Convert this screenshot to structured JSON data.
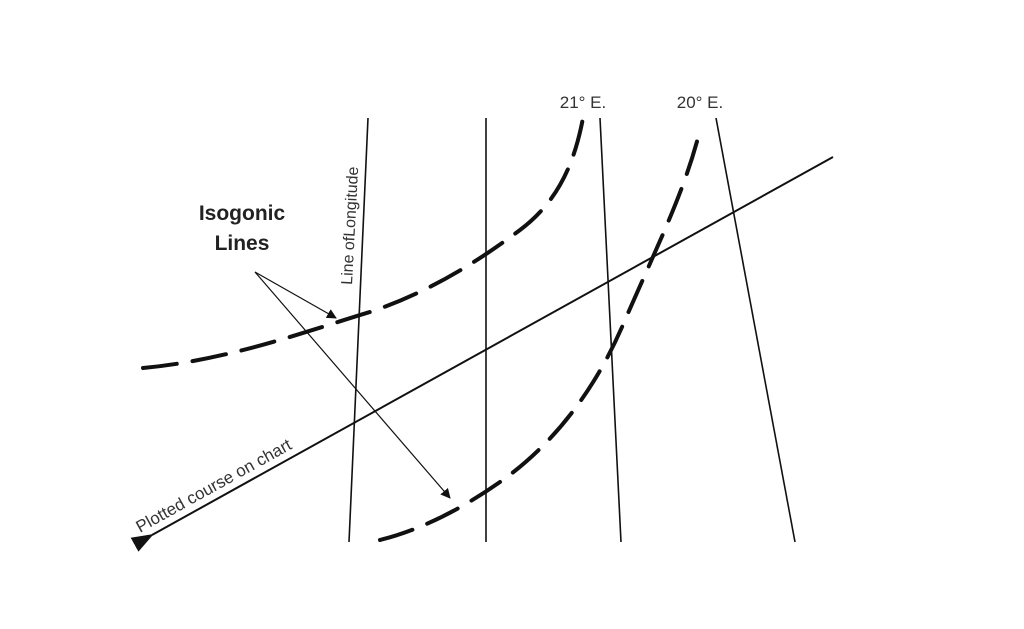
{
  "diagram": {
    "labels": {
      "isogonic_line1": "Isogonic",
      "isogonic_line2": "Lines",
      "line_of_longitude": "Line ofLongitude",
      "meridian_21": "21° E.",
      "meridian_20": "20° E.",
      "plotted_course": "Plotted course on chart"
    },
    "colors": {
      "background": "#ffffff",
      "line": "#111111",
      "text": "#333333"
    }
  }
}
